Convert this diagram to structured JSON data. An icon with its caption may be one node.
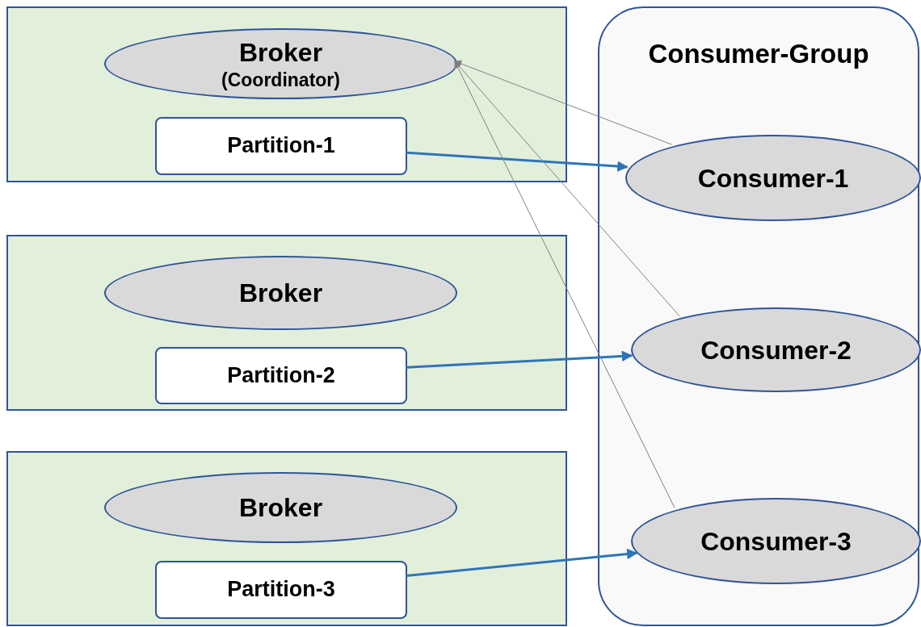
{
  "diagram": {
    "nodes": [
      {
        "text": [],
        "shape": "box"
      },
      {
        "text": [
          "Broker",
          "(Coordinator)"
        ],
        "in": 0
      },
      {
        "text": [
          "Partition-1"
        ],
        "in": 0
      },
      {
        "text": [],
        "shape": "box"
      },
      {
        "text": [
          "Broker"
        ],
        "in": 3
      },
      {
        "text": [
          "Partition-2"
        ],
        "in": 3
      },
      {
        "text": [],
        "shape": "box"
      },
      {
        "text": [
          "Broker"
        ],
        "in": 6
      },
      {
        "text": [
          "Partition-3"
        ],
        "in": 6
      },
      {
        "text": [
          "Consumer-Group"
        ]
      },
      {
        "text": [
          "Consumer-1"
        ],
        "in": 9
      },
      {
        "text": [
          "Consumer-2"
        ],
        "in": 9
      },
      {
        "text": [
          "Consumer-3"
        ],
        "in": 9
      }
    ],
    "edges": [
      {
        "from": 2,
        "to": 10,
        "arrow": "to",
        "style": "thick",
        "color": "#2e75b6"
      },
      {
        "from": 5,
        "to": 11,
        "arrow": "to",
        "style": "thick",
        "color": "#2e75b6"
      },
      {
        "from": 8,
        "to": 12,
        "arrow": "to",
        "style": "thick",
        "color": "#2e75b6"
      },
      {
        "from": 10,
        "to": 1,
        "arrow": "to",
        "color": "#808080"
      },
      {
        "from": 11,
        "to": 1,
        "arrow": "to",
        "color": "#808080"
      },
      {
        "from": 12,
        "to": 1,
        "arrow": "to",
        "color": "#808080"
      }
    ]
  }
}
